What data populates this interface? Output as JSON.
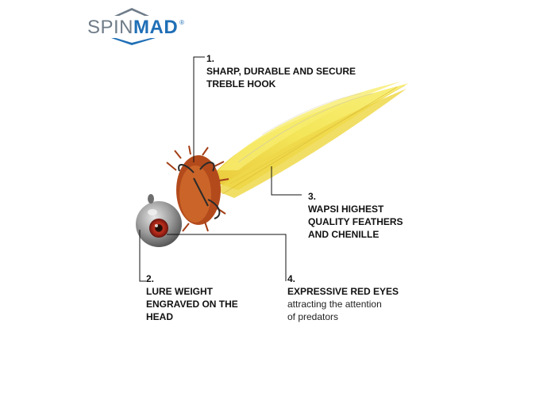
{
  "brand": {
    "logo_spin": "SPIN",
    "logo_mad": "MAD",
    "logo_registered": "®"
  },
  "callouts": [
    {
      "number": "1.",
      "heading_lines": [
        "SHARP, DURABLE AND SECURE",
        "TREBLE HOOK"
      ],
      "sub_lines": []
    },
    {
      "number": "2.",
      "heading_lines": [
        "LURE WEIGHT",
        "ENGRAVED ON THE",
        "HEAD"
      ],
      "sub_lines": []
    },
    {
      "number": "3.",
      "heading_lines": [
        "WAPSI HIGHEST",
        "QUALITY FEATHERS",
        "AND CHENILLE"
      ],
      "sub_lines": []
    },
    {
      "number": "4.",
      "heading_lines": [
        "EXPRESSIVE RED EYES"
      ],
      "sub_lines": [
        "attracting the attention",
        "of predators"
      ]
    }
  ],
  "colors": {
    "logo_grey": "#6f7c89",
    "logo_blue": "#1f6fb6",
    "feather_yellow": "#f2e24a",
    "chenille_orange": "#c45a22",
    "head_silver": "#9a9a9a",
    "eye_red": "#c0301f"
  }
}
